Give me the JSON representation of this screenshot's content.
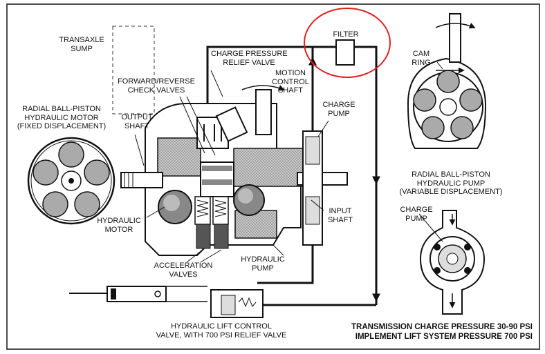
{
  "labels": {
    "transaxle_sump": [
      "TRANSAXLE",
      "SUMP"
    ],
    "filter": "FILTER",
    "charge_relief": [
      "CHARGE PRESSURE",
      "RELIEF VALVE"
    ],
    "motion_control": [
      "MOTION",
      "CONTROL",
      "SHAFT"
    ],
    "fr_check_valves": [
      "FORWARD/REVERSE",
      "CHECK VALVES"
    ],
    "output_shaft": [
      "OUTPUT",
      "SHAFT"
    ],
    "radial_motor": [
      "RADIAL BALL-PISTON",
      "HYDRAULIC MOTOR",
      "(FIXED DISPLACEMENT)"
    ],
    "charge_pump_center": [
      "CHARGE",
      "PUMP"
    ],
    "cam_ring": [
      "CAM",
      "RING"
    ],
    "radial_pump": [
      "RADIAL BALL-PISTON",
      "HYDRAULIC PUMP",
      "(VARIABLE DISPLACEMENT)"
    ],
    "charge_pump_right": [
      "CHARGE",
      "PUMP"
    ],
    "hydraulic_motor": [
      "HYDRAULIC",
      "MOTOR"
    ],
    "input_shaft": [
      "INPUT",
      "SHAFT"
    ],
    "acceleration_valves": [
      "ACCELERATION",
      "VALVES"
    ],
    "hydraulic_pump": [
      "HYDRAULIC",
      "PUMP"
    ],
    "lift_control": [
      "HYDRAULIC LIFT CONTROL",
      "VALVE, WITH 700 PSI RELIEF VALVE"
    ],
    "pressures": [
      "TRANSMISSION CHARGE PRESSURE 30-90 PSI",
      "IMPLEMENT LIFT SYSTEM PRESSURE 700 PSI"
    ]
  },
  "colors": {
    "ink": "#111111",
    "highlight": "#e02020",
    "shade": "#9a9a9a",
    "paper": "#ffffff"
  }
}
